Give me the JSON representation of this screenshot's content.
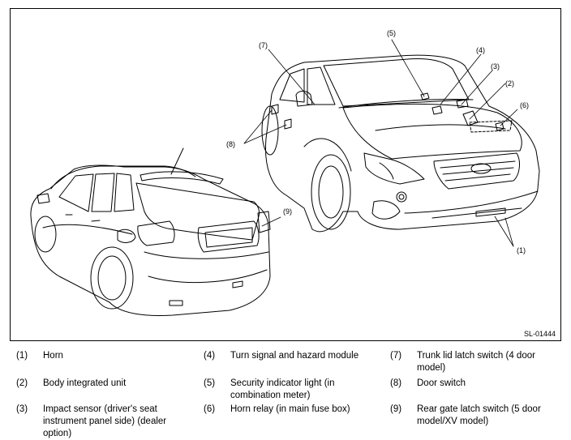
{
  "figure_id": "SL-01444",
  "callouts": [
    "(1)",
    "(2)",
    "(3)",
    "(4)",
    "(5)",
    "(6)",
    "(7)",
    "(8)",
    "(9)"
  ],
  "legend": [
    {
      "num": "(1)",
      "text": "Horn"
    },
    {
      "num": "(2)",
      "text": "Body integrated unit"
    },
    {
      "num": "(3)",
      "text": "Impact sensor (driver's seat instrument panel side) (dealer option)"
    },
    {
      "num": "(4)",
      "text": "Turn signal and hazard module"
    },
    {
      "num": "(5)",
      "text": "Security indicator light (in combination meter)"
    },
    {
      "num": "(6)",
      "text": "Horn relay (in main fuse box)"
    },
    {
      "num": "(7)",
      "text": "Trunk lid latch switch (4 door model)"
    },
    {
      "num": "(8)",
      "text": "Door switch"
    },
    {
      "num": "(9)",
      "text": "Rear gate latch switch (5 door model/XV model)"
    }
  ]
}
